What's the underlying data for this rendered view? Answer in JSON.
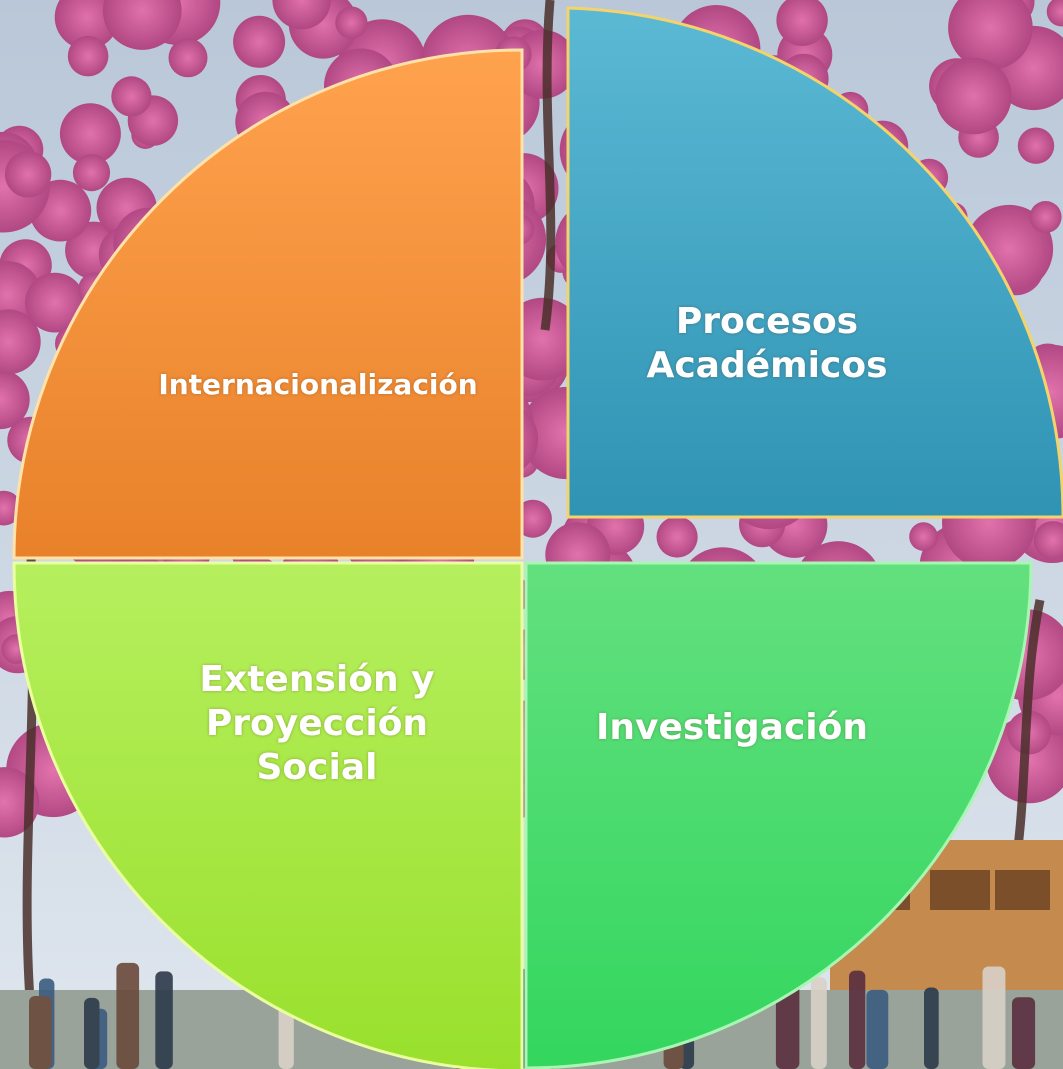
{
  "diagram": {
    "quadrants": [
      {
        "id": "top-left",
        "lines": [
          "Internacionalización"
        ],
        "color_light": "#ffa24e",
        "color_dark": "#e8812a"
      },
      {
        "id": "top-right",
        "lines": [
          "Procesos",
          "Académicos"
        ],
        "color_light": "#5bb9d4",
        "color_dark": "#2f93b4"
      },
      {
        "id": "bottom-left",
        "lines": [
          "Extensión y",
          "Proyección",
          "Social"
        ],
        "color_light": "#b6ef5e",
        "color_dark": "#99e02c"
      },
      {
        "id": "bottom-right",
        "lines": [
          "Investigación"
        ],
        "color_light": "#63e07f",
        "color_dark": "#33d65e"
      }
    ]
  },
  "colors": {
    "label_text": "#ffffff",
    "blossom_pink": "#d9569a",
    "sky": "#c9d6e4",
    "building": "#c58a4e"
  }
}
